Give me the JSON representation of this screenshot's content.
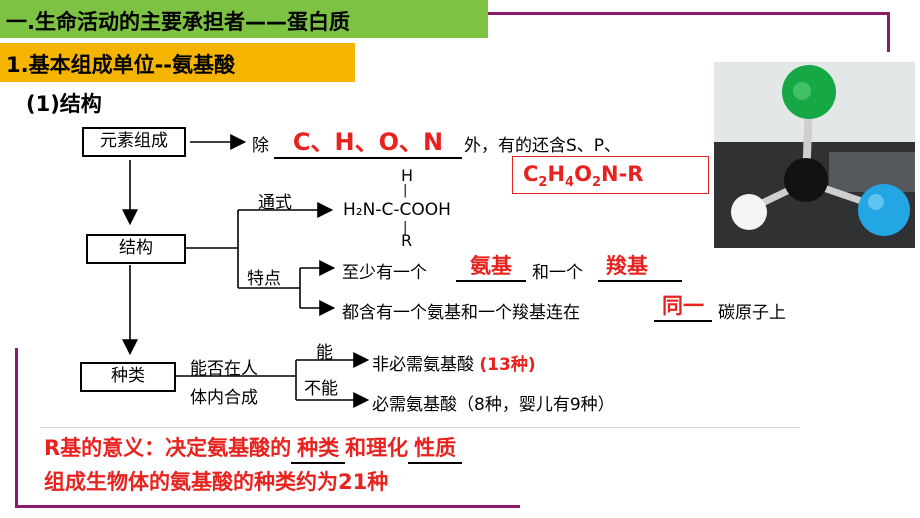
{
  "header": {
    "title": "一.生命活动的主要承担者——蛋白质",
    "section": "1.基本组成单位--氨基酸",
    "subsection": "(1)结构"
  },
  "diagram": {
    "element_box": "元素组成",
    "element_prefix": "除",
    "elements": "C、H、O、N",
    "element_suffix": "外，有的还含S、P、",
    "formula": {
      "c": "C",
      "c_n": "2",
      "h": "H",
      "h_n": "4",
      "o": "O",
      "o_n": "2",
      "rest": "N-R"
    },
    "structure_box": "结构",
    "general_label": "通式",
    "general_formula": {
      "h": "H",
      "chain": "H₂N-C-COOH",
      "bar_top": "|",
      "bar_bottom": "|",
      "r": "R"
    },
    "feature_label": "特点",
    "feature1_prefix": "至少有一个",
    "feature1_blank1": "氨基",
    "feature1_middle": "和一个",
    "feature1_blank2": "羧基",
    "feature2_prefix": "都含有一个氨基和一个羧基连在",
    "feature2_blank": "同一",
    "feature2_suffix": "碳原子上",
    "kind_box": "种类",
    "question_line1": "能否在人",
    "question_line2": "体内合成",
    "yes": "能",
    "no": "不能",
    "nonessential": "非必需氨基酸",
    "nonessential_count": "(13种)",
    "essential": "必需氨基酸（8种，婴儿有9种）"
  },
  "notes": {
    "r_prefix": "R基的意义：决定氨基酸的",
    "r_blank1": "种类",
    "r_middle": "和理化",
    "r_blank2": "性质",
    "count_line": "组成生物体的氨基酸的种类约为21种"
  },
  "colors": {
    "green": "#7dc242",
    "orange": "#f5b400",
    "red": "#e8231f",
    "purple": "#8b1a6b"
  }
}
